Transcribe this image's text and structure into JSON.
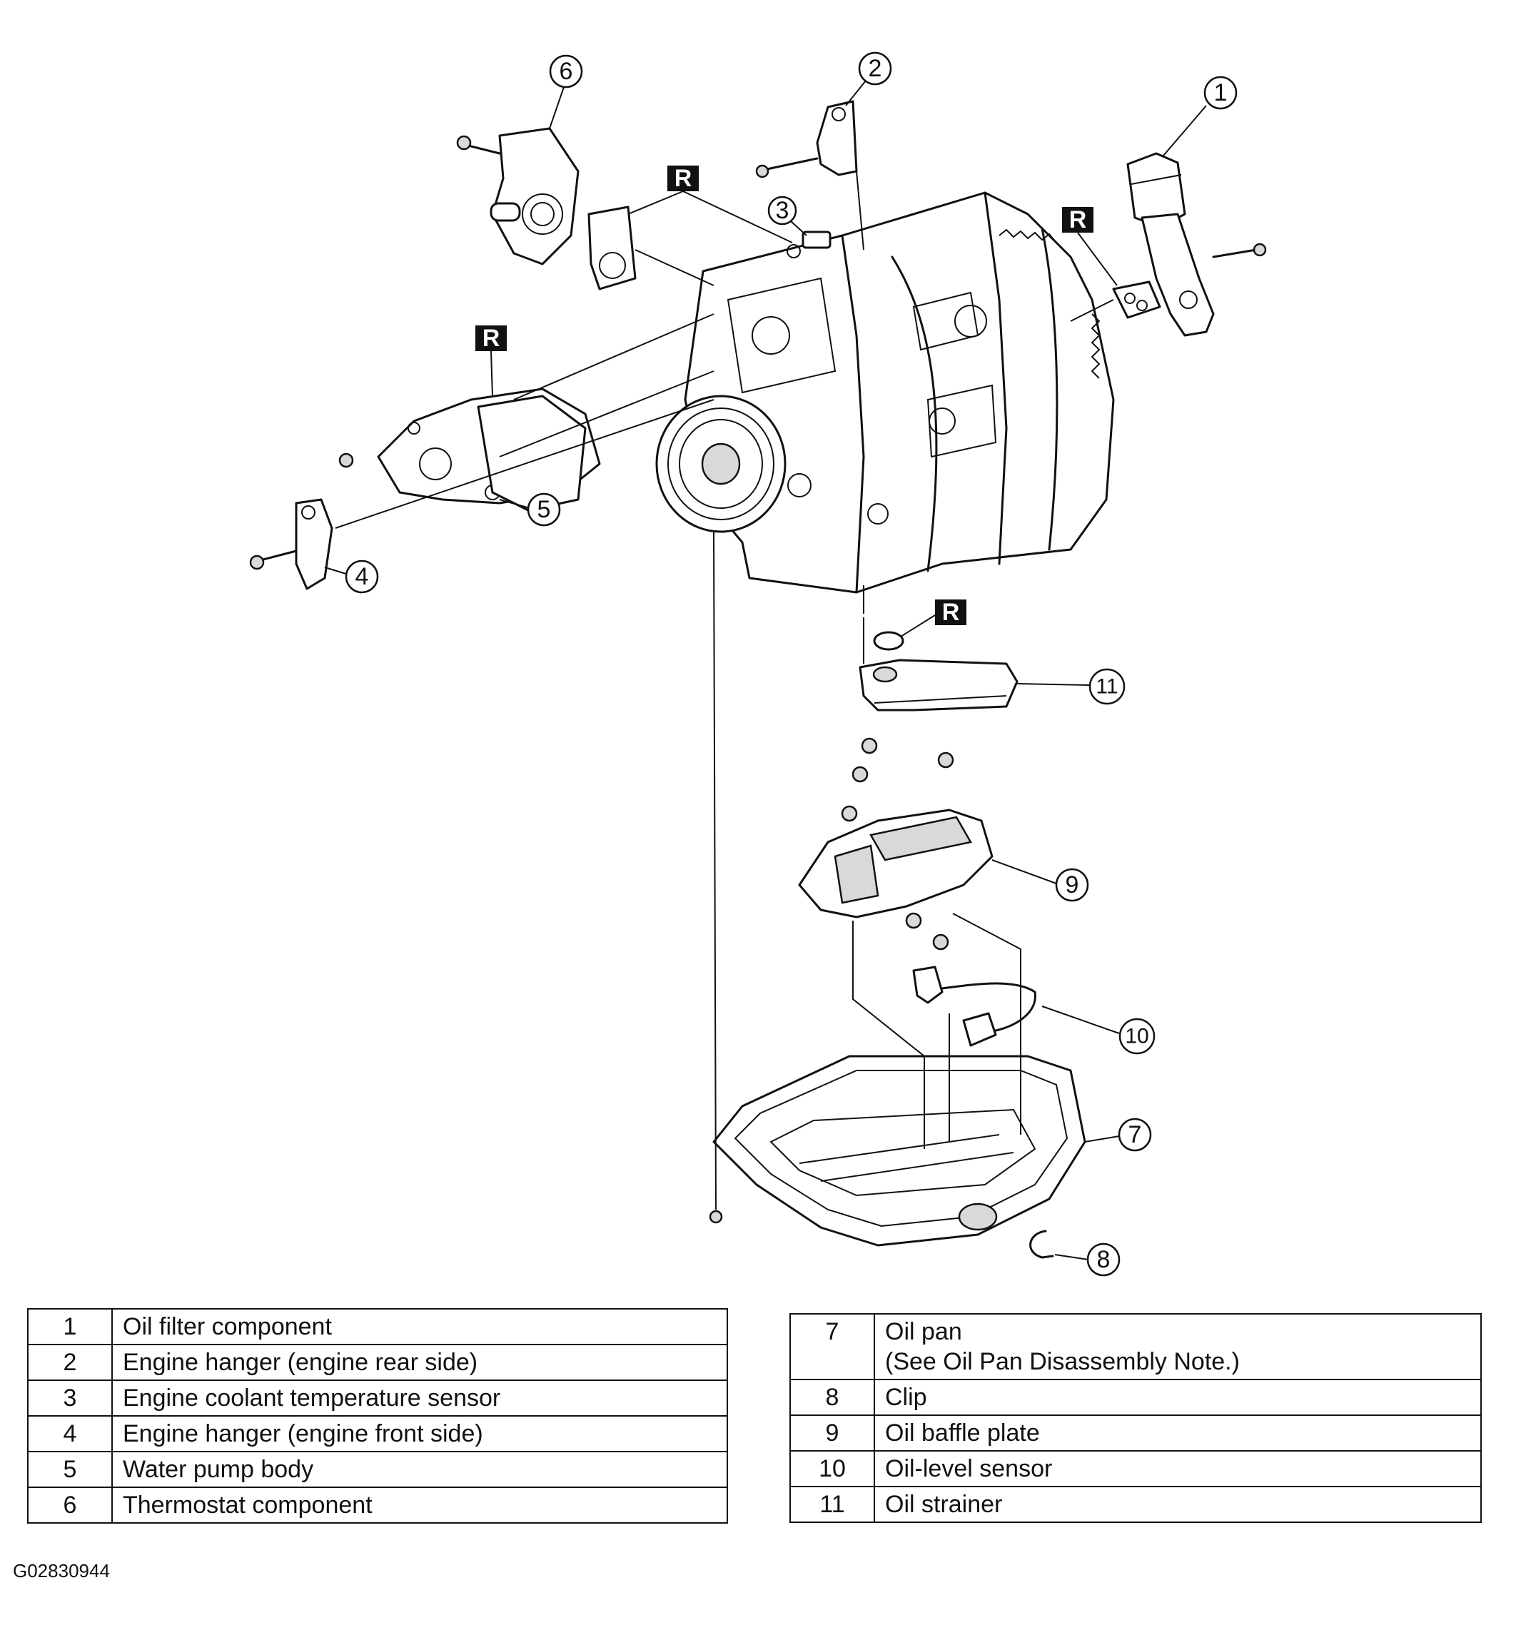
{
  "diagram": {
    "callouts": [
      "1",
      "2",
      "3",
      "4",
      "5",
      "6",
      "7",
      "8",
      "9",
      "10",
      "11"
    ],
    "replace_badge": "R"
  },
  "legend_left": [
    {
      "num": "1",
      "desc": "Oil filter component"
    },
    {
      "num": "2",
      "desc": "Engine hanger (engine rear side)"
    },
    {
      "num": "3",
      "desc": "Engine coolant temperature sensor"
    },
    {
      "num": "4",
      "desc": "Engine hanger (engine front side)"
    },
    {
      "num": "5",
      "desc": "Water pump body"
    },
    {
      "num": "6",
      "desc": "Thermostat component"
    }
  ],
  "legend_right": [
    {
      "num": "7",
      "desc": "Oil pan",
      "note": "(See Oil Pan Disassembly Note.)"
    },
    {
      "num": "8",
      "desc": "Clip"
    },
    {
      "num": "9",
      "desc": "Oil baffle plate"
    },
    {
      "num": "10",
      "desc": "Oil-level sensor"
    },
    {
      "num": "11",
      "desc": "Oil strainer"
    }
  ],
  "figure_id": "G02830944"
}
